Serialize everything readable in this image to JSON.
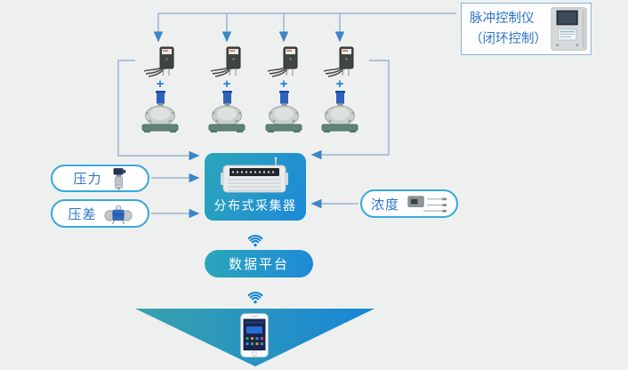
{
  "diagram": {
    "title_hint": "dust-removal pulse control system architecture diagram",
    "background_color": "#eef0ef",
    "line_color": "#9ab4d6",
    "arrow_color": "#3c86c6",
    "accent_text_color": "#2e74c8",
    "outline_box_border_color": "#38a8da",
    "gradient_start_color": "#2ba6ba",
    "gradient_end_color": "#1e89d8",
    "wifi_icon_color": "#1583d6"
  },
  "pulse_controller": {
    "title": "脉冲控制仪",
    "subtitle": "（闭环控制）",
    "image": "pulse-controller-cabinet"
  },
  "valve_units": {
    "count": 4,
    "plus_label": "+",
    "solenoid_image": "solenoid-coil-module",
    "valve_image": "electromagnetic-pulse-valve"
  },
  "sensors": {
    "pressure": {
      "label": "压力",
      "image": "pressure-transmitter"
    },
    "diff_pressure": {
      "label": "压差",
      "image": "differential-pressure-transmitter"
    },
    "concentration": {
      "label": "浓度",
      "image": "concentration-probes"
    }
  },
  "collector": {
    "label": "分布式采集器",
    "image": "distributed-collector-device"
  },
  "platform": {
    "label": "数据平台"
  },
  "wireless": {
    "icon": "wifi-signal",
    "count": 2
  },
  "terminal": {
    "image": "smartphone-app",
    "shape": "big-down-arrow"
  }
}
